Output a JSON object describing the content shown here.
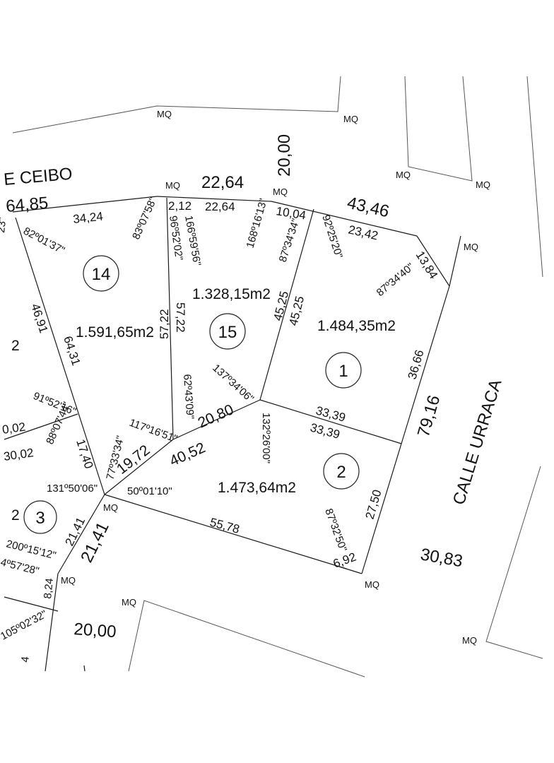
{
  "streets": {
    "ceibo": "E CEIBO",
    "urraca": "CALLE URRACA"
  },
  "markers": {
    "mq": "MQ"
  },
  "lots": [
    {
      "number": "14",
      "area": "1.591,65m2"
    },
    {
      "number": "15",
      "area": "1.328,15m2"
    },
    {
      "number": "1",
      "area": "1.484,35m2"
    },
    {
      "number": "2",
      "area": "1.473,64m2"
    },
    {
      "number": "3"
    }
  ],
  "dimensions": {
    "d2264_top": "22,64",
    "d2000_top": "20,00",
    "d6485": "64,85",
    "d3424": "34,24",
    "d212": "2,12",
    "d2264_in": "22,64",
    "d1004": "10,04",
    "d4346": "43,46",
    "d2342": "23,42",
    "d1384": "13,84",
    "d4691": "46,91",
    "d6431": "64,31",
    "d5722_a": "57,22",
    "d5722_b": "57,22",
    "d4525_a": "45,25",
    "d4525_b": "45,25",
    "d3666": "36,66",
    "d7916": "79,16",
    "d3339_a": "33,39",
    "d3339_b": "33,39",
    "d2080": "20,80",
    "d4052": "40,52",
    "d1972": "19,72",
    "d1740": "17,40",
    "d3002_a": "0,02",
    "d3002_b": "30,02",
    "d2750": "27,50",
    "d5578": "55,78",
    "d692": "6,92",
    "d3083": "30,83",
    "d2141_a": "21,41",
    "d2141_b": "21,41",
    "d824": "8,24",
    "d2000_bot": "20,00",
    "d2_left": "2",
    "d2_left_b": "2",
    "d4_left": "4"
  },
  "angles": {
    "a1": "82º01'37\"",
    "a2": "83º07'58\"",
    "a3": "96º52'02\"",
    "a4": "166º59'56\"",
    "a5": "168º16'13\"",
    "a6": "87º34'34\"",
    "a7": "92º25'20\"",
    "a8": "87º34'40\"",
    "a9": "137º34'06\"",
    "a10": "62º43'09\"",
    "a11": "117º16'51\"",
    "a12": "77º33'34\"",
    "a13": "91º52'16\"",
    "a14": "88º07'44\"",
    "a15": "131º50'06\"",
    "a16": "50º01'10\"",
    "a17": "132º26'00\"",
    "a18": "87º32'50\"",
    "a19": "200º15'12\"",
    "a20": "4º57'28\"",
    "a21": "105º02'32\"",
    "a22": "23\""
  }
}
